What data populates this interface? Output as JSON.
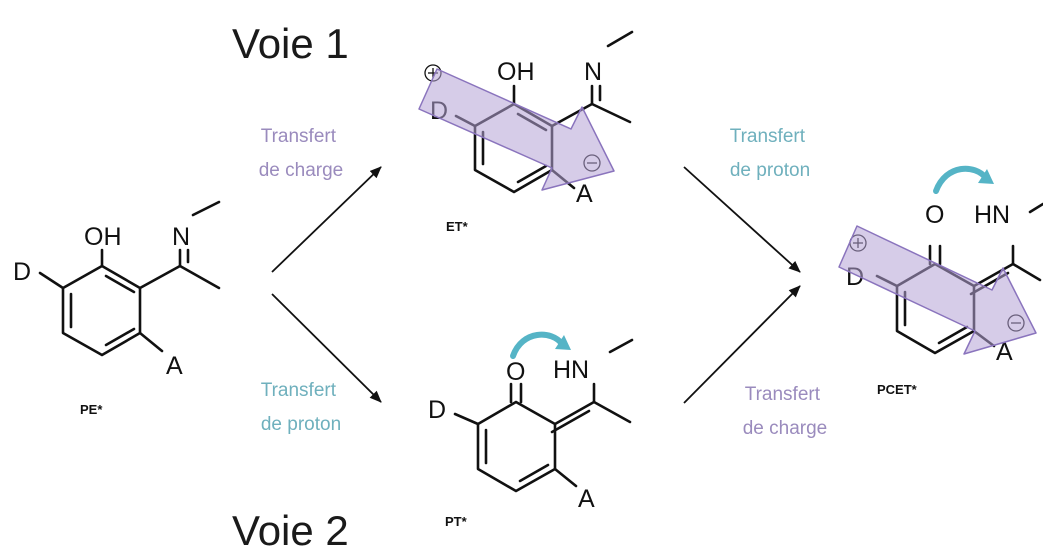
{
  "routes": {
    "route1": "Voie 1",
    "route2": "Voie 2"
  },
  "steps": {
    "top_left": [
      "Transfert",
      "de charge"
    ],
    "bottom_left": [
      "Transfert",
      "de proton"
    ],
    "top_right": [
      "Transfert",
      "de proton"
    ],
    "bottom_right": [
      "Transfert",
      "de charge"
    ]
  },
  "molecules": {
    "pe": {
      "name": "PE*",
      "atoms": {
        "hydroxyl": "OH",
        "imine": "N",
        "donor": "D",
        "acceptor": "A"
      }
    },
    "et": {
      "name": "ET*",
      "atoms": {
        "hydroxyl": "OH",
        "imine": "N",
        "donor": "D",
        "acceptor": "A"
      }
    },
    "pt": {
      "name": "PT*",
      "atoms": {
        "carbonyl": "O",
        "amine": "HN",
        "donor": "D",
        "acceptor": "A"
      }
    },
    "pcet": {
      "name": "PCET*",
      "atoms": {
        "carbonyl": "O",
        "amine": "HN",
        "donor": "D",
        "acceptor": "A"
      }
    }
  },
  "colors": {
    "charge_label": "#9a8bbd",
    "proton_label": "#6fb0bd",
    "transfer_band": "#b4a2d6",
    "proton_arrow": "#55b4c6"
  },
  "icons": {
    "positive_charge": "plus-in-circle-icon",
    "negative_charge": "minus-in-circle-icon",
    "proton_shift": "curved-arrow-icon",
    "charge_shift": "wide-arrow-icon"
  }
}
